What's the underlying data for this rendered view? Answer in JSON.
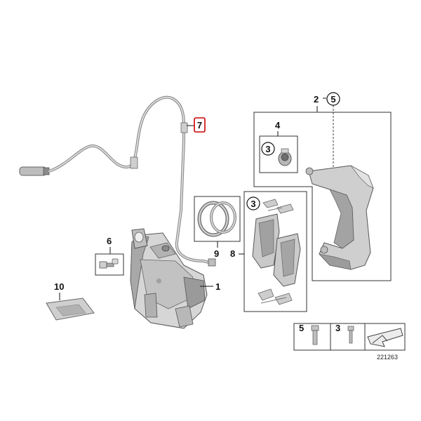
{
  "callouts": {
    "part_1": "1",
    "part_2": "2",
    "part_3_kit": "3",
    "part_3_pads": "3",
    "part_3_legend": "3",
    "part_4": "4",
    "part_5_carrier": "5",
    "part_5_legend": "5",
    "part_6": "6",
    "part_7": "7",
    "part_8": "8",
    "part_9": "9",
    "part_10": "10"
  },
  "diagram_code": "221263",
  "colors": {
    "part_fill": "#d4d4d4",
    "part_shade": "#9a9a9a",
    "outline": "#555555",
    "highlight_box": "#cc0000"
  }
}
